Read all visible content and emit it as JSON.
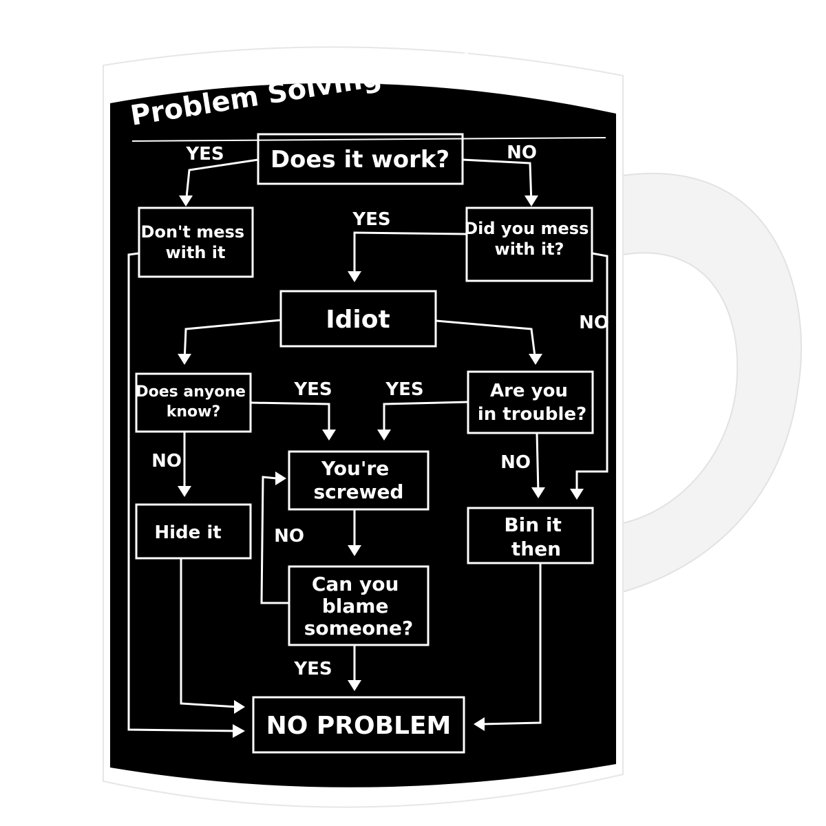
{
  "colors": {
    "mug_body": "#ffffff",
    "print_background": "#000000",
    "print_foreground": "#ffffff"
  },
  "title": "Problem Solving Chart.",
  "nodes": {
    "does_it_work": [
      "Does it work?"
    ],
    "dont_mess": [
      "Don't mess",
      "with it"
    ],
    "did_you_mess": [
      "Did you mess",
      "with it?"
    ],
    "idiot": [
      "Idiot"
    ],
    "does_anyone_know": [
      "Does anyone",
      "know?"
    ],
    "in_trouble": [
      "Are you",
      "in trouble?"
    ],
    "screwed": [
      "You're",
      "screwed"
    ],
    "hide_it": [
      "Hide it"
    ],
    "bin_it": [
      "Bin it",
      "then"
    ],
    "blame": [
      "Can you",
      "blame",
      "someone?"
    ],
    "no_problem": [
      "NO PROBLEM"
    ]
  },
  "edge_labels": {
    "work_yes": "YES",
    "work_no": "NO",
    "mess_yes": "YES",
    "mess_no": "NO",
    "know_yes": "YES",
    "trouble_yes": "YES",
    "know_no": "NO",
    "trouble_no": "NO",
    "blame_no": "NO",
    "blame_yes": "YES"
  }
}
